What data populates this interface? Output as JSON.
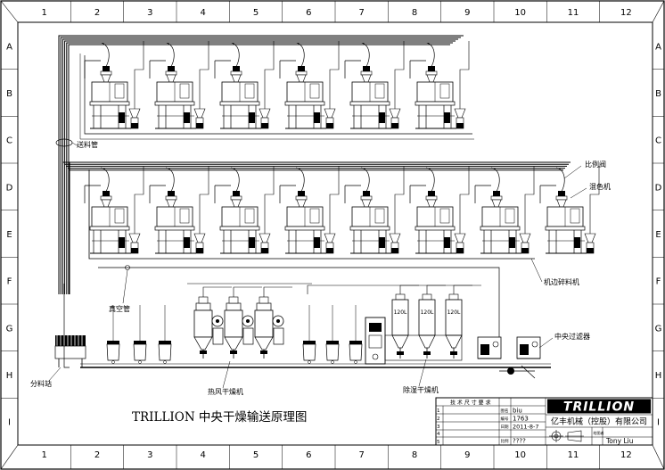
{
  "grid": {
    "columns": [
      "1",
      "2",
      "3",
      "4",
      "5",
      "6",
      "7",
      "8",
      "9",
      "10",
      "11",
      "12"
    ],
    "rows": [
      "A",
      "B",
      "C",
      "D",
      "E",
      "F",
      "G",
      "H",
      "I"
    ]
  },
  "title": "TRILLION 中央干燥输送原理图",
  "labels": {
    "conveying_pipe": "送料管",
    "ratio_valve": "比例阀",
    "color_mixer": "混色机",
    "granulator": "机边碎料机",
    "vacuum_pipe": "真空管",
    "central_filter": "中央过滤器",
    "distribution_station": "分料站",
    "hot_air_dryer": "热风干燥机",
    "dehumidifying_dryer": "除湿干燥机"
  },
  "hopper_capacity": "120L",
  "title_block": {
    "brand": "TRILLION",
    "company": "亿丰机械（控股）有限公司",
    "tech_requirements": "技 术 尺 寸 要 求",
    "f_labels": [
      "图名",
      "编号",
      "日期"
    ],
    "f_values": [
      "biu",
      "1763",
      "2011-8-7"
    ],
    "scale_label": "比例",
    "scale_value": "????",
    "row_nums": [
      "1",
      "2",
      "3",
      "4",
      "5"
    ],
    "drawn_label": "绘图者",
    "drawn_value": "Tony Liu"
  },
  "colors": {
    "line": "#000000",
    "paper": "#ffffff"
  }
}
